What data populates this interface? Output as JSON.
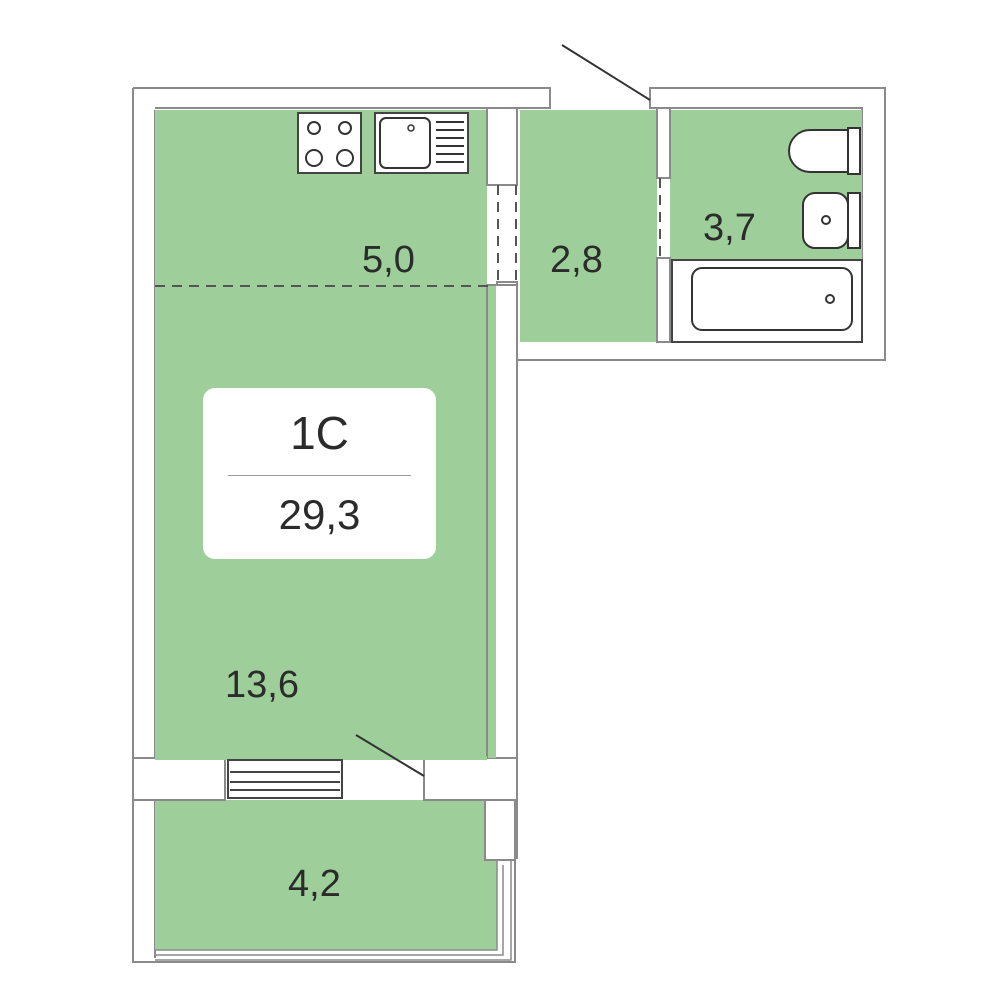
{
  "colors": {
    "room_fill": "#9ecf9a",
    "wall": "#8a8a8a",
    "label_text": "#2b2b2b",
    "card_background": "#ffffff"
  },
  "apartment": {
    "type": "1С",
    "total_area": "29,3"
  },
  "rooms": {
    "kitchen": {
      "area": "5,0"
    },
    "hallway": {
      "area": "2,8"
    },
    "bathroom": {
      "area": "3,7"
    },
    "living_room": {
      "area": "13,6"
    },
    "balcony": {
      "area": "4,2"
    }
  },
  "fixtures": [
    "stove-icon",
    "sink-icon",
    "toilet-icon",
    "washbasin-icon",
    "bathtub-icon",
    "radiator-icon"
  ]
}
